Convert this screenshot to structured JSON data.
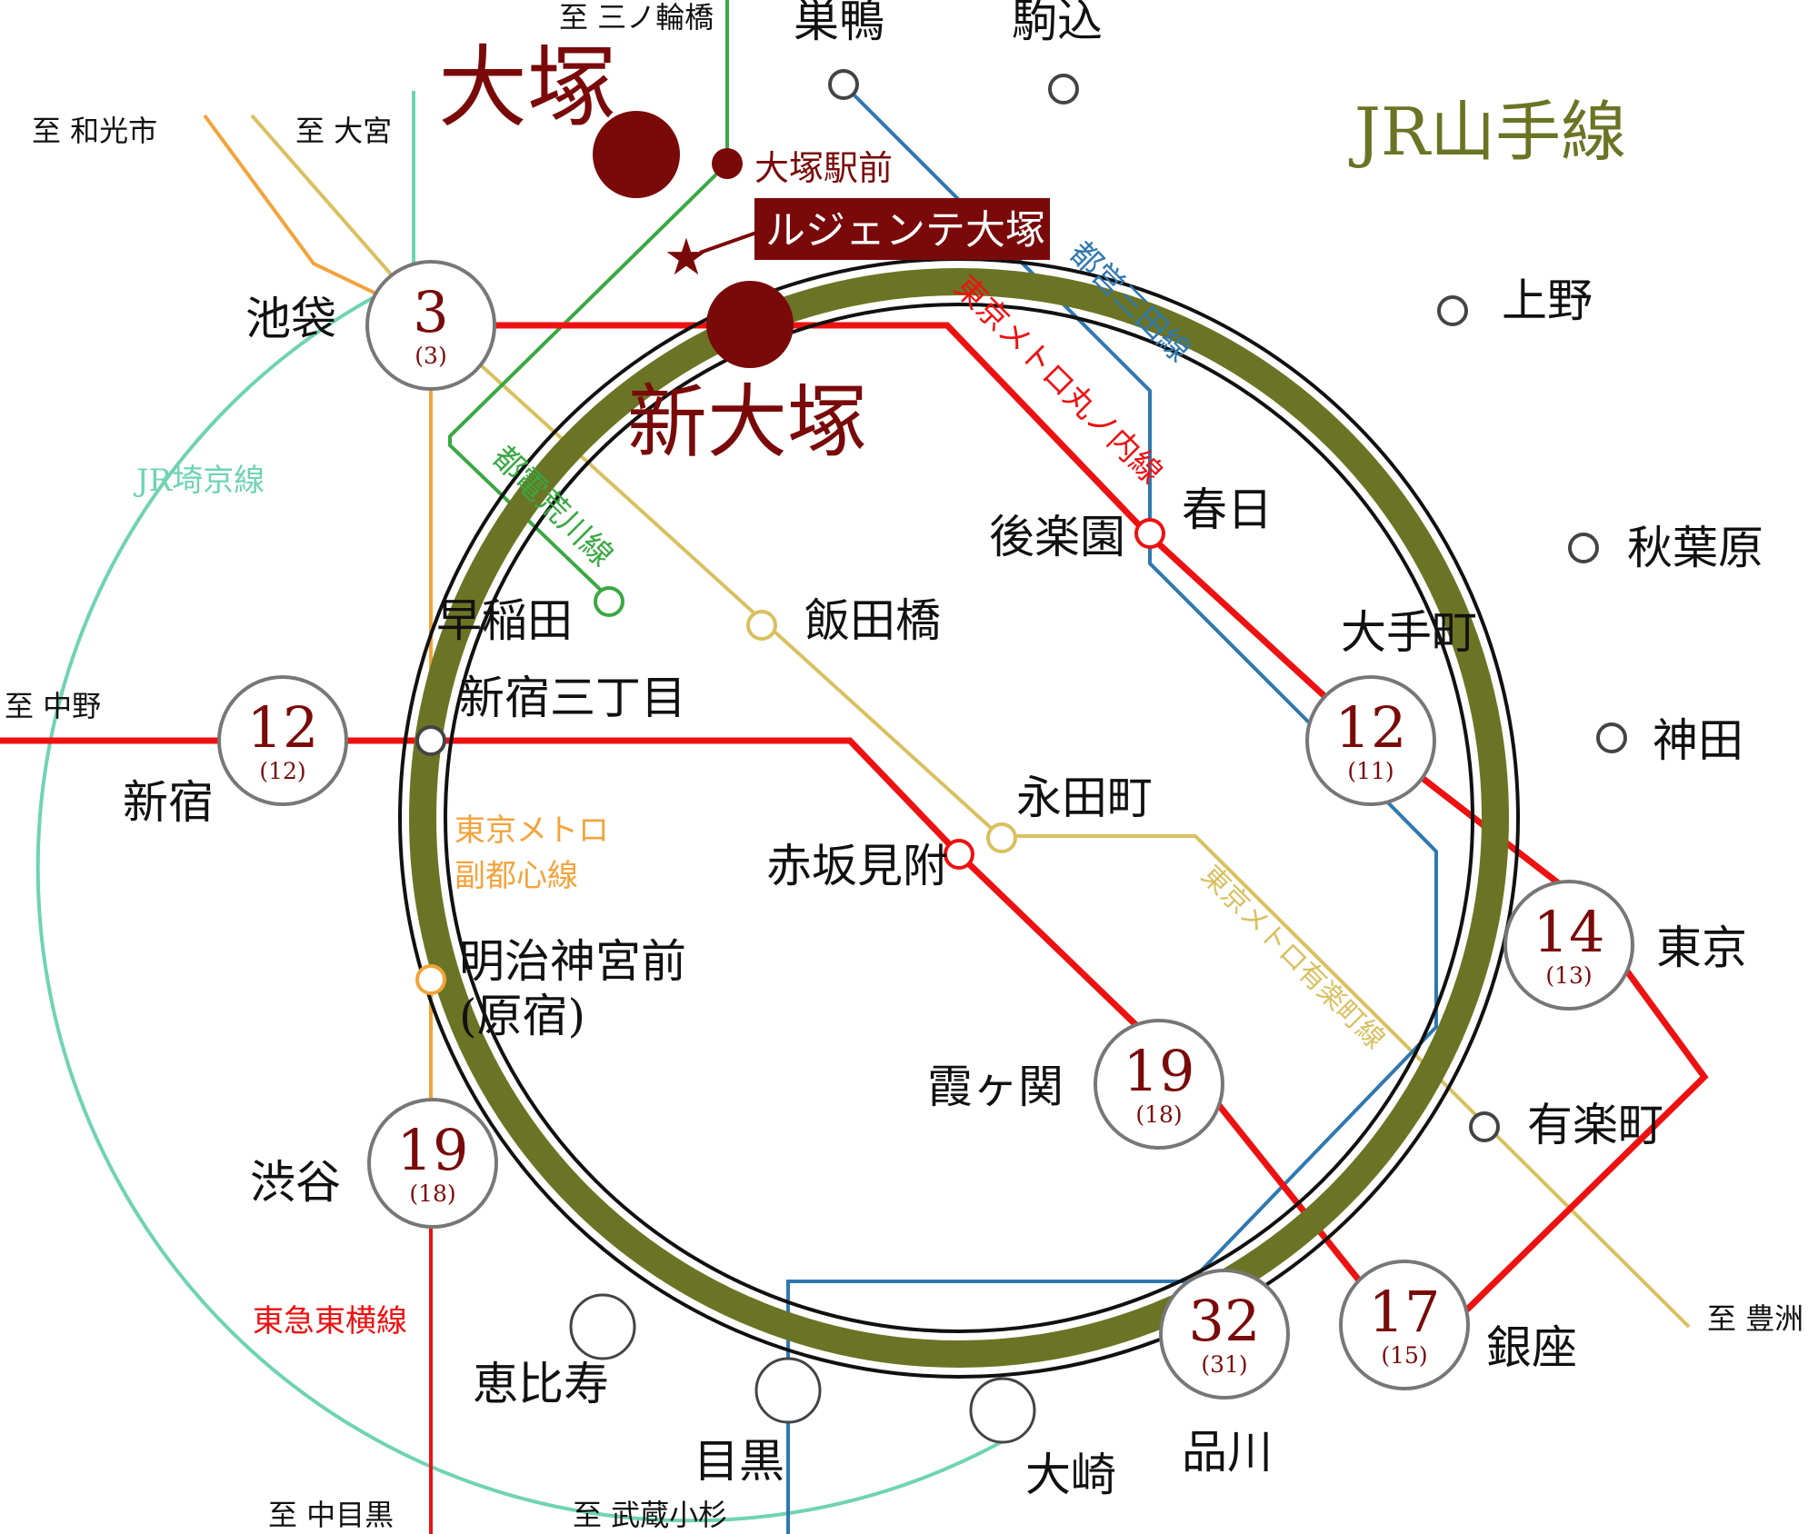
{
  "title": {
    "line": "JR山手線",
    "color": "#6b7424"
  },
  "destination": {
    "otsuka": "大塚",
    "shin_otsuka": "新大塚",
    "otsuka_ekimae": "大塚駅前",
    "property": "ルジェンテ大塚"
  },
  "lines": {
    "mita": "都営三田線",
    "marunouchi": "東京メトロ丸ノ内線",
    "arakawa": "都電荒川線",
    "saikyo": "JR埼京線",
    "fukutoshin_1": "東京メトロ",
    "fukutoshin_2": "副都心線",
    "yurakucho": "東京メトロ有楽町線",
    "toyoko": "東急東横線"
  },
  "terminals": {
    "minowabashi": "至 三ノ輪橋",
    "wakoshi": "至 和光市",
    "omiya": "至 大宮",
    "nakano": "至 中野",
    "nakameguro": "至 中目黒",
    "musashikosugi": "至 武蔵小杉",
    "toyosu": "至 豊洲"
  },
  "stations": {
    "sugamo": "巣鴨",
    "komagome": "駒込",
    "ueno": "上野",
    "akihabara": "秋葉原",
    "kanda": "神田",
    "kasuga": "春日",
    "korakuen": "後楽園",
    "iidabashi": "飯田橋",
    "waseda": "早稲田",
    "shinjuku_sanchome": "新宿三丁目",
    "nagatacho": "永田町",
    "akasaka_mitsuke": "赤坂見附",
    "meiji_jingumae_1": "明治神宮前",
    "meiji_jingumae_2": "(原宿)",
    "yurakucho": "有楽町",
    "ebisu": "恵比寿",
    "meguro": "目黒",
    "osaki": "大崎",
    "shinagawa": "品川"
  },
  "time_stations": [
    {
      "name": "池袋",
      "minutes": "3",
      "sub": "(3)"
    },
    {
      "name": "新宿",
      "minutes": "12",
      "sub": "(12)"
    },
    {
      "name": "渋谷",
      "minutes": "19",
      "sub": "(18)"
    },
    {
      "name": "大手町",
      "minutes": "12",
      "sub": "(11)"
    },
    {
      "name": "東京",
      "minutes": "14",
      "sub": "(13)"
    },
    {
      "name": "霞ヶ関",
      "minutes": "19",
      "sub": "(18)"
    },
    {
      "name": "銀座",
      "minutes": "17",
      "sub": "(15)"
    },
    {
      "name": "品川",
      "minutes": "32",
      "sub": "(31)"
    }
  ],
  "colors": {
    "yamanote": "#6b7424",
    "marunouchi": "#ee1111",
    "mita": "#2f78b0",
    "arakawa": "#3aa843",
    "saikyo": "#6fd3b4",
    "fukutoshin": "#f3a33b",
    "yurakucho": "#d9c060",
    "toyoko": "#ee1111",
    "destination": "#7a0a0a"
  }
}
